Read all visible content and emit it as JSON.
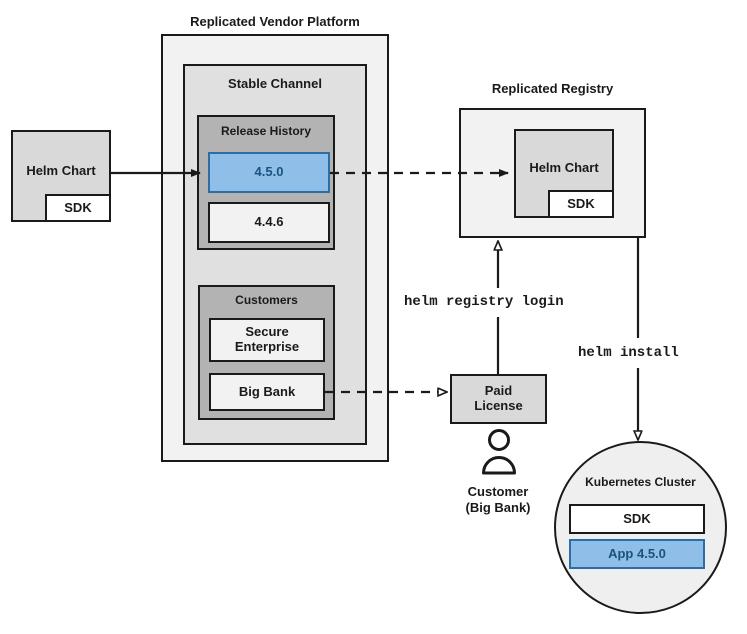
{
  "diagram": {
    "title_vendor_platform": "Replicated Vendor Platform",
    "title_registry": "Replicated Registry",
    "label_stable_channel": "Stable Channel",
    "label_release_history": "Release History",
    "label_customers": "Customers"
  },
  "source_chart": {
    "name": "Helm Chart",
    "sdk": "SDK"
  },
  "releases": [
    {
      "version": "4.5.0",
      "highlighted": true
    },
    {
      "version": "4.4.6",
      "highlighted": false
    }
  ],
  "customers": [
    {
      "name": "Secure\nEnterprise",
      "line1": "Secure",
      "line2": "Enterprise"
    },
    {
      "name": "Big Bank",
      "line1": "Big Bank",
      "line2": ""
    }
  ],
  "registry_chart": {
    "name": "Helm Chart",
    "sdk": "SDK"
  },
  "license": {
    "line1": "Paid",
    "line2": "License"
  },
  "person": {
    "line1": "Customer",
    "line2": "(Big Bank)",
    "icon": "user-icon"
  },
  "commands": {
    "registry_login": "helm registry login",
    "install": "helm install"
  },
  "cluster": {
    "label": "Kubernetes Cluster",
    "sdk": "SDK",
    "app": "App 4.5.0"
  },
  "colors": {
    "accent_blue_fill": "#8fbfe8",
    "accent_blue_border": "#2e6da4",
    "accent_blue_text": "#19537f",
    "stroke": "#1a1a1a",
    "platform_fill": "#f2f2f2",
    "channel_fill": "#e0e0e0",
    "group_fill": "#b3b3b3",
    "item_fill": "#f2f2f2",
    "chart_fill": "#d9d9d9"
  }
}
